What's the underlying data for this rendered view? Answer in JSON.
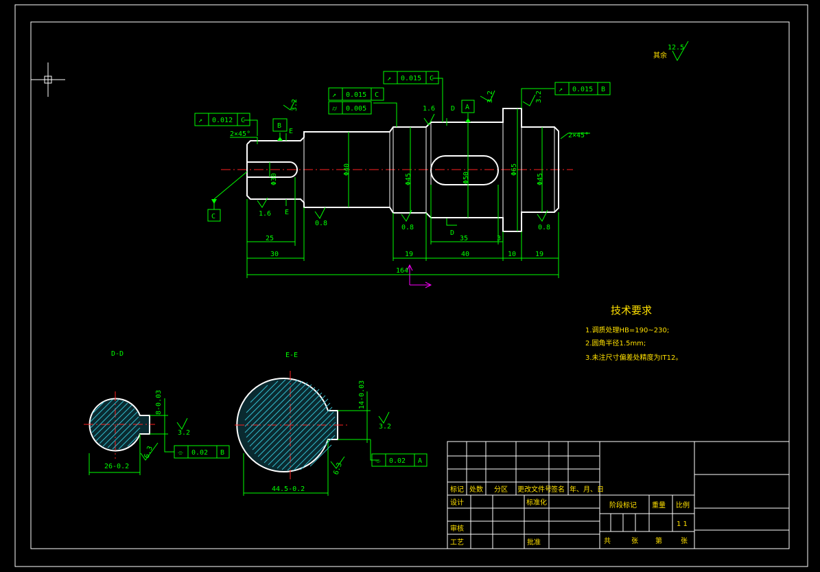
{
  "drawing": {
    "tolerance_frames": [
      {
        "value": "0.015",
        "datum": "C"
      },
      {
        "value": "0.012",
        "datum": "C"
      },
      {
        "value": "0.015",
        "datum": "C"
      },
      {
        "value": "0.005",
        "datum": ""
      },
      {
        "value": "0.015",
        "datum": "B"
      },
      {
        "value": "0.02",
        "datum": "B"
      },
      {
        "value": "0.02",
        "datum": "A"
      }
    ],
    "datums": {
      "A": "A",
      "B": "B",
      "C": "C"
    },
    "section_marks": {
      "D": "D",
      "E": "E"
    },
    "roughness": {
      "r125": "12.5",
      "r32": "3.2",
      "r16": "1.6",
      "r08": "0.8",
      "r63": "6.3",
      "other_label": "其余"
    },
    "chamfer": "2×45°",
    "diameters": [
      "Φ30",
      "Φ40",
      "Φ45",
      "Φ50",
      "Φ65",
      "Φ45"
    ],
    "dims": {
      "d25": "25",
      "d30": "30",
      "d19a": "19",
      "d40": "40",
      "d10": "10",
      "d19b": "19",
      "d35": "35",
      "d3": "3",
      "d164": "164"
    },
    "sections": {
      "dd_title": "D-D",
      "ee_title": "E-E",
      "dd_width": "26-0.2",
      "dd_key": "8-0.03",
      "ee_width": "44.5-0.2",
      "ee_key": "14-0.03"
    }
  },
  "tech_requirements": {
    "title": "技术要求",
    "items": [
      "1.调质处理HB=190~230;",
      "2.圆角半径1.5mm;",
      "3.未注尺寸偏差处精度为IT12。"
    ]
  },
  "title_block": {
    "headers": [
      "标记",
      "处数",
      "分区",
      "更改文件号",
      "签名",
      "年、月、日"
    ],
    "design": "设计",
    "standardize": "标准化",
    "stage_mark": "阶段标记",
    "weight": "重量",
    "scale": "比例",
    "review": "审核",
    "process": "工艺",
    "approve": "批准",
    "scale_value": "1 1",
    "sheets": [
      "共",
      "张",
      "第",
      "张"
    ]
  }
}
